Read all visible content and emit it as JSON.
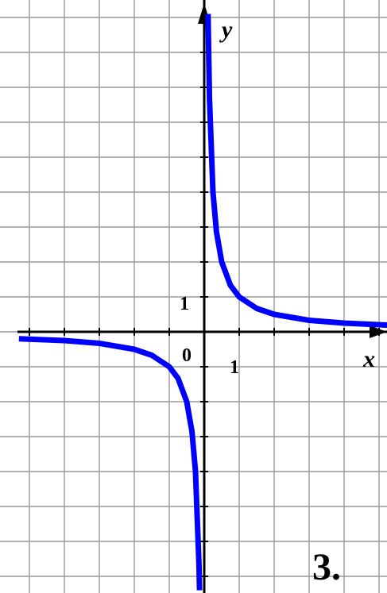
{
  "chart_data": {
    "type": "line",
    "title": "",
    "xlabel": "x",
    "ylabel": "y",
    "xlim": [
      -5.3,
      5.3
    ],
    "ylim": [
      -7.4,
      9.3
    ],
    "grid": true,
    "x_tick_label": "1",
    "y_tick_label": "1",
    "origin_label": "0",
    "series": [
      {
        "values_negative_branch": [
          {
            "x": -5.3,
            "y": -0.2
          },
          {
            "x": -4,
            "y": -0.25
          },
          {
            "x": -3,
            "y": -0.33
          },
          {
            "x": -2,
            "y": -0.5
          },
          {
            "x": -1.5,
            "y": -0.67
          },
          {
            "x": -1,
            "y": -1
          },
          {
            "x": -0.75,
            "y": -1.33
          },
          {
            "x": -0.5,
            "y": -2
          },
          {
            "x": -0.35,
            "y": -2.86
          },
          {
            "x": -0.25,
            "y": -4
          },
          {
            "x": -0.15,
            "y": -6.67
          },
          {
            "x": -0.135,
            "y": -7.4
          }
        ],
        "values_positive_branch": [
          {
            "x": 0.11,
            "y": 9.1
          },
          {
            "x": 0.15,
            "y": 6.67
          },
          {
            "x": 0.25,
            "y": 4
          },
          {
            "x": 0.35,
            "y": 2.86
          },
          {
            "x": 0.5,
            "y": 2
          },
          {
            "x": 0.75,
            "y": 1.33
          },
          {
            "x": 1,
            "y": 1
          },
          {
            "x": 1.5,
            "y": 0.67
          },
          {
            "x": 2,
            "y": 0.5
          },
          {
            "x": 3,
            "y": 0.33
          },
          {
            "x": 4,
            "y": 0.25
          },
          {
            "x": 5.3,
            "y": 0.19
          }
        ]
      }
    ],
    "curve_color": "#0000ff",
    "grid_color": "#9a9a9a",
    "axis_color": "#000000"
  },
  "panel_label": "3."
}
